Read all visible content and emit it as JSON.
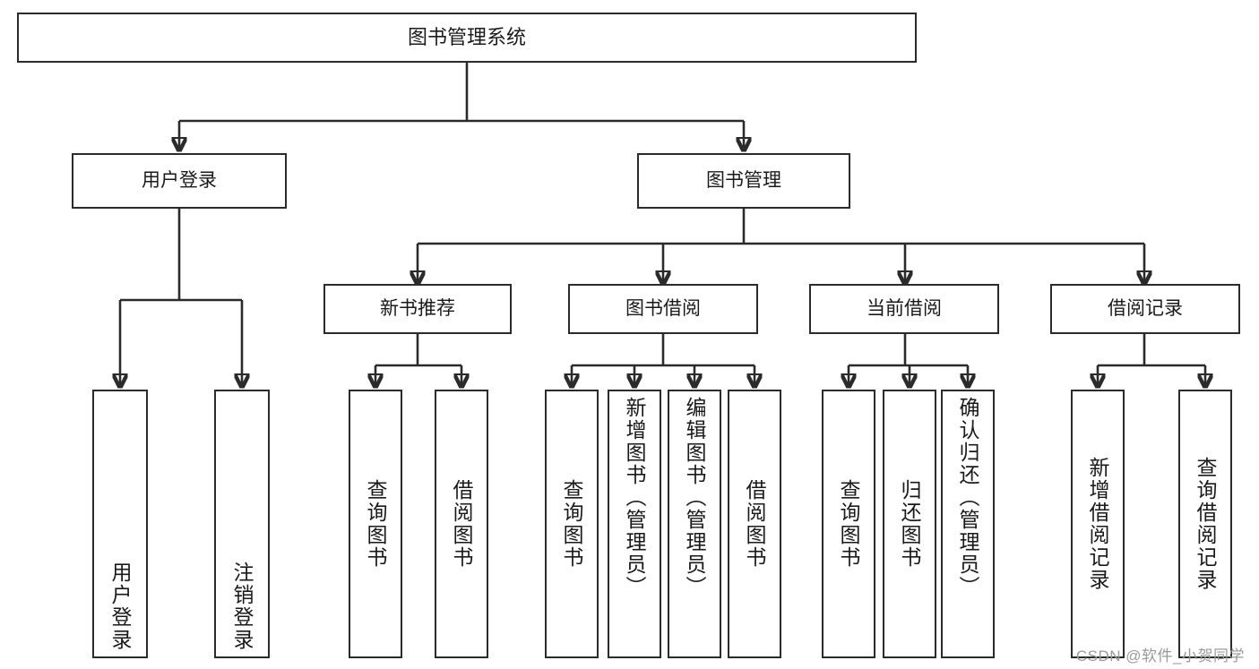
{
  "diagram": {
    "title": "图书管理系统",
    "type": "tree",
    "root": {
      "label": "图书管理系统"
    },
    "level1": [
      {
        "label": "用户登录"
      },
      {
        "label": "图书管理"
      }
    ],
    "level2": [
      {
        "label": "新书推荐"
      },
      {
        "label": "图书借阅"
      },
      {
        "label": "当前借阅"
      },
      {
        "label": "借阅记录"
      }
    ],
    "leaves": {
      "user_login": [
        {
          "label": "用户登录"
        },
        {
          "label": "注销登录"
        }
      ],
      "new_book_recommend": [
        {
          "label": "查询图书"
        },
        {
          "label": "借阅图书"
        }
      ],
      "book_borrow": [
        {
          "label": "查询图书"
        },
        {
          "label": "新增图书（管理员）"
        },
        {
          "label": "编辑图书（管理员）"
        },
        {
          "label": "借阅图书"
        }
      ],
      "current_borrow": [
        {
          "label": "查询图书"
        },
        {
          "label": "归还图书"
        },
        {
          "label": "确认归还（管理员）"
        }
      ],
      "borrow_record": [
        {
          "label": "新增借阅记录"
        },
        {
          "label": "查询借阅记录"
        }
      ]
    }
  },
  "watermark": {
    "text": "CSDN @软件_小贺同学"
  },
  "colors": {
    "stroke": "#2b2b2b",
    "background": "#ffffff",
    "text": "#1a1a1a",
    "watermark": "#9a9a9a"
  }
}
